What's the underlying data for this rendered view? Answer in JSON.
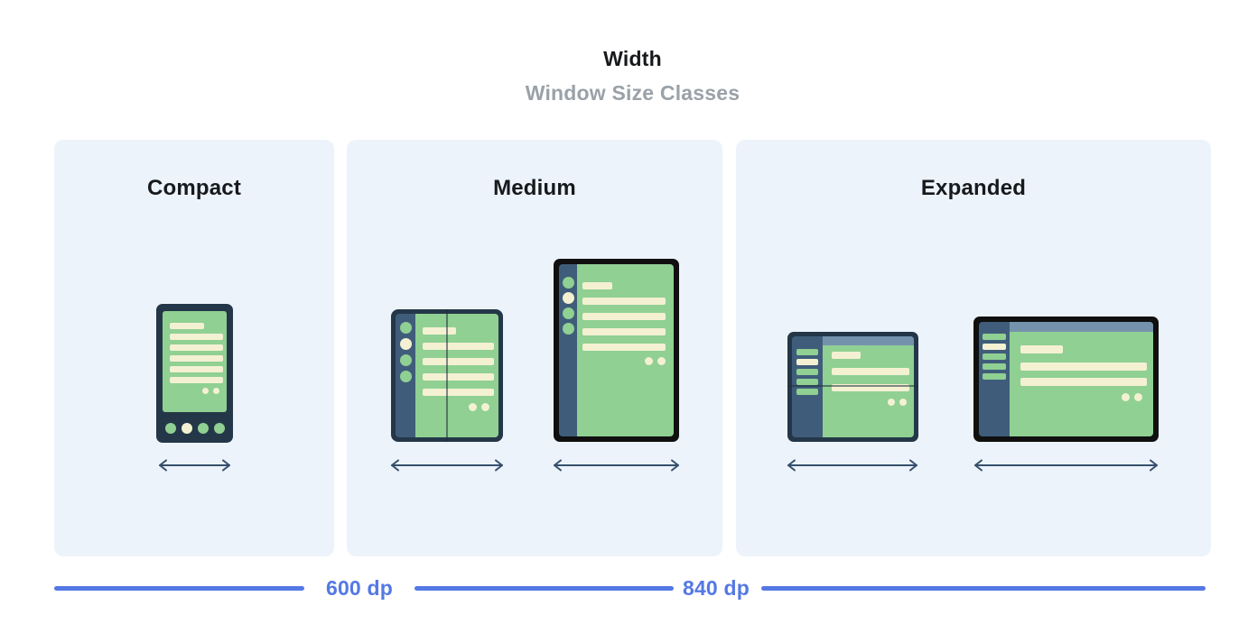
{
  "header": {
    "title": "Width",
    "subtitle": "Window Size Classes"
  },
  "panels": [
    {
      "id": "compact",
      "label": "Compact",
      "devices": [
        {
          "type": "phone"
        }
      ]
    },
    {
      "id": "medium",
      "label": "Medium",
      "devices": [
        {
          "type": "foldable-portrait"
        },
        {
          "type": "tablet-portrait"
        }
      ]
    },
    {
      "id": "expanded",
      "label": "Expanded",
      "devices": [
        {
          "type": "foldable-landscape"
        },
        {
          "type": "tablet-landscape"
        }
      ]
    }
  ],
  "breakpoints": [
    {
      "label": "600 dp"
    },
    {
      "label": "840 dp"
    }
  ],
  "icons": {
    "arrow": "width-arrow-icon"
  },
  "colors": {
    "panel_bg": "#edf3fb",
    "accent_blue": "#5478e4",
    "device_frame_navy": "#243748",
    "device_frame_black": "#101010",
    "sidebar_slate": "#3f5d7a",
    "topbar_blue": "#7592ad",
    "screen_green": "#90d093",
    "content_cream": "#f4f1d3",
    "arrow": "#35506b",
    "subtitle_gray": "#9aa1a8",
    "title_black": "#17191c"
  }
}
